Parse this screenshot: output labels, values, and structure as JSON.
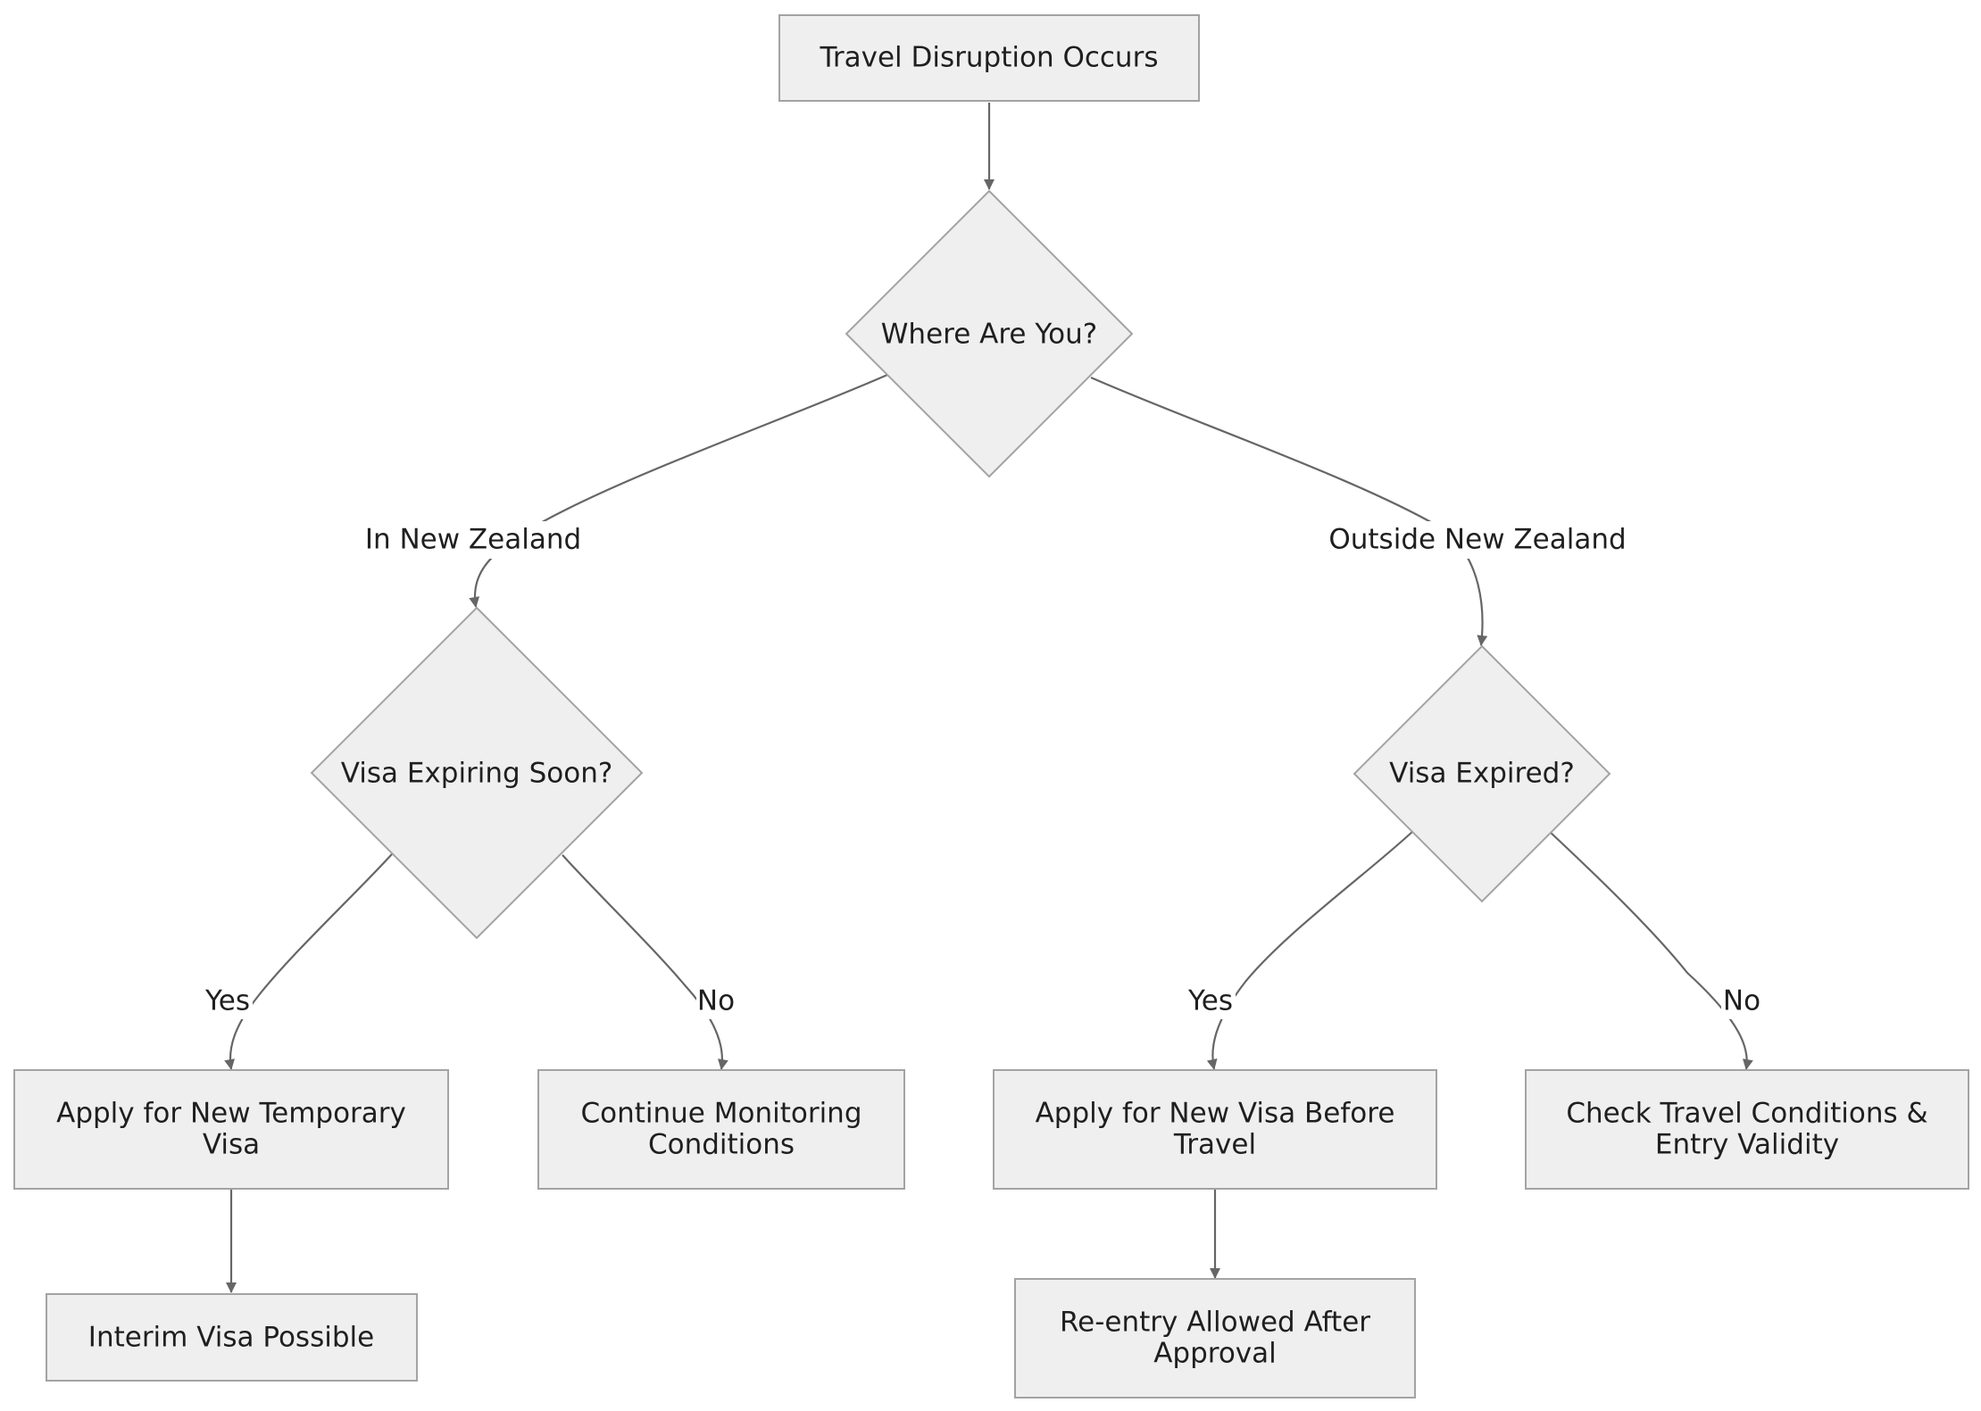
{
  "diagram": {
    "nodes": {
      "start": {
        "lines": [
          "Travel Disruption Occurs"
        ]
      },
      "where": {
        "lines": [
          "Where Are You?"
        ]
      },
      "expiring": {
        "lines": [
          "Visa Expiring Soon?"
        ]
      },
      "expired": {
        "lines": [
          "Visa Expired?"
        ]
      },
      "apply_temp": {
        "lines": [
          "Apply for New Temporary",
          "Visa"
        ]
      },
      "continue": {
        "lines": [
          "Continue Monitoring",
          "Conditions"
        ]
      },
      "apply_new": {
        "lines": [
          "Apply for New Visa Before",
          "Travel"
        ]
      },
      "check": {
        "lines": [
          "Check Travel Conditions &",
          "Entry Validity"
        ]
      },
      "interim": {
        "lines": [
          "Interim Visa Possible"
        ]
      },
      "reentry": {
        "lines": [
          "Re-entry Allowed After",
          "Approval"
        ]
      }
    },
    "edge_labels": {
      "in_nz": "In New Zealand",
      "outside_nz": "Outside New Zealand",
      "yes_left": "Yes",
      "no_left": "No",
      "yes_right": "Yes",
      "no_right": "No"
    }
  }
}
